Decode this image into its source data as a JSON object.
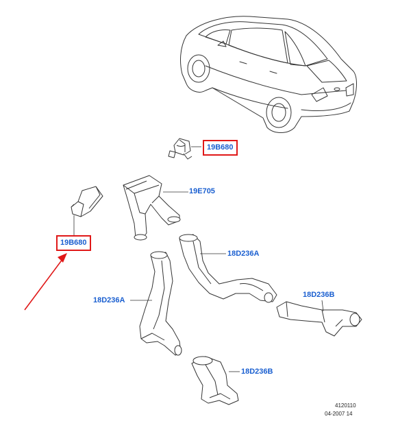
{
  "labels": {
    "clip_top": "19B680",
    "clip_left": "19B680",
    "upper_duct": "19E705",
    "duct_right_upper": "18D236A",
    "duct_left_lower": "18D236A",
    "duct_right_end": "18D236B",
    "duct_bottom_end": "18D236B"
  },
  "footer": {
    "code": "4120110",
    "date": "04-2007 14"
  },
  "colors": {
    "label_text": "#1a5fd0",
    "highlight_box": "#e01818",
    "arrow": "#e01818",
    "line_art": "#333333"
  }
}
